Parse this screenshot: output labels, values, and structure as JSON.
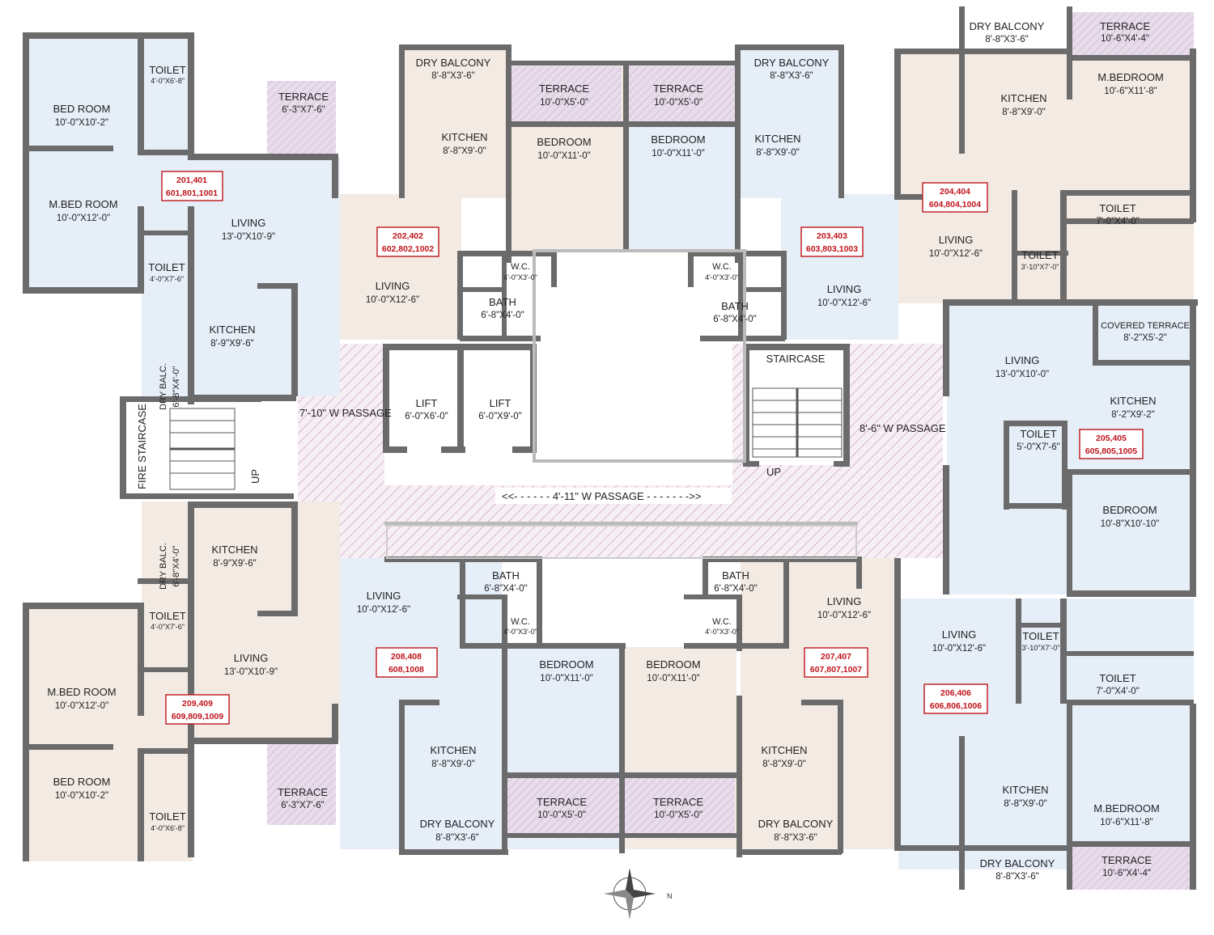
{
  "plan": {
    "compass_letter": "N",
    "passages": {
      "left": "7'-10\" W PASSAGE",
      "right": "8'-6\" W PASSAGE",
      "center": "<<- - - - - - 4'-11\" W PASSAGE - - - - - - ->>"
    },
    "stair_labels": {
      "fire_staircase": "FIRE STAIRCASE",
      "fire_up": "UP",
      "staircase": "STAIRCASE",
      "staircase_up": "UP"
    },
    "lifts": [
      {
        "name": "LIFT",
        "dim": "6'-0\"X6'-0\""
      },
      {
        "name": "LIFT",
        "dim": "6'-0\"X9'-0\""
      }
    ],
    "flat_numbers": {
      "f201": [
        "201,401",
        "601,801,1001"
      ],
      "f202": [
        "202,402",
        "602,802,1002"
      ],
      "f203": [
        "203,403",
        "603,803,1003"
      ],
      "f204": [
        "204,404",
        "604,804,1004"
      ],
      "f205": [
        "205,405",
        "605,805,1005"
      ],
      "f206": [
        "206,406",
        "606,806,1006"
      ],
      "f207": [
        "207,407",
        "607,807,1007"
      ],
      "f208": [
        "208,408",
        "608,1008"
      ],
      "f209": [
        "209,409",
        "609,809,1009"
      ]
    },
    "rooms": {
      "r1": [
        "BED ROOM",
        "10'-0\"X10'-2\""
      ],
      "r2": [
        "TOILET",
        "4'-0\"X6'-8\""
      ],
      "r3": [
        "TERRACE",
        "6'-3\"X7'-6\""
      ],
      "r4": [
        "M.BED ROOM",
        "10'-0\"X12'-0\""
      ],
      "r5": [
        "TOILET",
        "4'-0\"X7'-6\""
      ],
      "r6": [
        "LIVING",
        "13'-0\"X10'-9\""
      ],
      "r7": [
        "KITCHEN",
        "8'-9\"X9'-6\""
      ],
      "r8": [
        "DRY BALC.",
        "6'-8\"X4'-0\""
      ],
      "r9": [
        "DRY BALCONY",
        "8'-8\"X3'-6\""
      ],
      "r10": [
        "KITCHEN",
        "8'-8\"X9'-0\""
      ],
      "r11": [
        "TERRACE",
        "10'-0\"X5'-0\""
      ],
      "r12": [
        "BEDROOM",
        "10'-0\"X11'-0\""
      ],
      "r13": [
        "LIVING",
        "10'-0\"X12'-6\""
      ],
      "r14": [
        "W.C.",
        "4'-0\"X3'-0\""
      ],
      "r15": [
        "BATH",
        "6'-8\"X4'-0\""
      ],
      "r16": [
        "TERRACE",
        "10'-0\"X5'-0\""
      ],
      "r17": [
        "BEDROOM",
        "10'-0\"X11'-0\""
      ],
      "r18": [
        "DRY BALCONY",
        "8'-8\"X3'-6\""
      ],
      "r19": [
        "KITCHEN",
        "8'-8\"X9'-0\""
      ],
      "r20": [
        "W.C.",
        "4'-0\"X3'-0\""
      ],
      "r21": [
        "BATH",
        "6'-8\"X4'-0\""
      ],
      "r22": [
        "LIVING",
        "10'-0\"X12'-6\""
      ],
      "r23": [
        "DRY BALCONY",
        "8'-8\"X3'-6\""
      ],
      "r24": [
        "TERRACE",
        "10'-6\"X4'-4\""
      ],
      "r25": [
        "KITCHEN",
        "8'-8\"X9'-0\""
      ],
      "r26": [
        "M.BEDROOM",
        "10'-6\"X11'-8\""
      ],
      "r27": [
        "TOILET",
        "7'-0\"X4'-0\""
      ],
      "r28": [
        "LIVING",
        "10'-0\"X12'-6\""
      ],
      "r29": [
        "TOILET",
        "3'-10\"X7'-0\""
      ],
      "r30": [
        "LIVING",
        "13'-0\"X10'-0\""
      ],
      "r31": [
        "COVERED TERRACE",
        "8'-2\"X5'-2\""
      ],
      "r32": [
        "KITCHEN",
        "8'-2\"X9'-2\""
      ],
      "r33": [
        "TOILET",
        "5'-0\"X7'-6\""
      ],
      "r34": [
        "BEDROOM",
        "10'-8\"X10'-10\""
      ],
      "r35": [
        "DRY BALC.",
        "6'-8\"X4'-0\""
      ],
      "r36": [
        "KITCHEN",
        "8'-9\"X9'-6\""
      ],
      "r37": [
        "TOILET",
        "4'-0\"X7'-6\""
      ],
      "r38": [
        "LIVING",
        "13'-0\"X10'-9\""
      ],
      "r39": [
        "M.BED ROOM",
        "10'-0\"X12'-0\""
      ],
      "r40": [
        "BED ROOM",
        "10'-0\"X10'-2\""
      ],
      "r41": [
        "TOILET",
        "4'-0\"X6'-8\""
      ],
      "r42": [
        "TERRACE",
        "6'-3\"X7'-6\""
      ],
      "r43": [
        "LIVING",
        "10'-0\"X12'-6\""
      ],
      "r44": [
        "BATH",
        "6'-8\"X4'-0\""
      ],
      "r45": [
        "W.C.",
        "4'-0\"X3'-0\""
      ],
      "r46": [
        "BEDROOM",
        "10'-0\"X11'-0\""
      ],
      "r47": [
        "KITCHEN",
        "8'-8\"X9'-0\""
      ],
      "r48": [
        "TERRACE",
        "10'-0\"X5'-0\""
      ],
      "r49": [
        "DRY BALCONY",
        "8'-8\"X3'-6\""
      ],
      "r50": [
        "BATH",
        "6'-8\"X4'-0\""
      ],
      "r51": [
        "W.C.",
        "4'-0\"X3'-0\""
      ],
      "r52": [
        "LIVING",
        "10'-0\"X12'-6\""
      ],
      "r53": [
        "BEDROOM",
        "10'-0\"X11'-0\""
      ],
      "r54": [
        "KITCHEN",
        "8'-8\"X9'-0\""
      ],
      "r55": [
        "TERRACE",
        "10'-0\"X5'-0\""
      ],
      "r56": [
        "DRY BALCONY",
        "8'-8\"X3'-6\""
      ],
      "r57": [
        "LIVING",
        "10'-0\"X12'-6\""
      ],
      "r58": [
        "TOILET",
        "3'-10\"X7'-0\""
      ],
      "r59": [
        "TOILET",
        "7'-0\"X4'-0\""
      ],
      "r60": [
        "KITCHEN",
        "8'-8\"X9'-0\""
      ],
      "r61": [
        "M.BEDROOM",
        "10'-6\"X11'-8\""
      ],
      "r62": [
        "DRY BALCONY",
        "8'-8\"X3'-6\""
      ],
      "r63": [
        "TERRACE",
        "10'-6\"X4'-4\""
      ]
    },
    "colors": {
      "blue_fill": "#e6eef8",
      "beige_fill": "#f3ebe3",
      "terrace_fill": "#e8dceb",
      "wall": "#6b6b6b",
      "passage_hatch": "#d9b8d2",
      "flat_box": "#c0141c"
    }
  }
}
